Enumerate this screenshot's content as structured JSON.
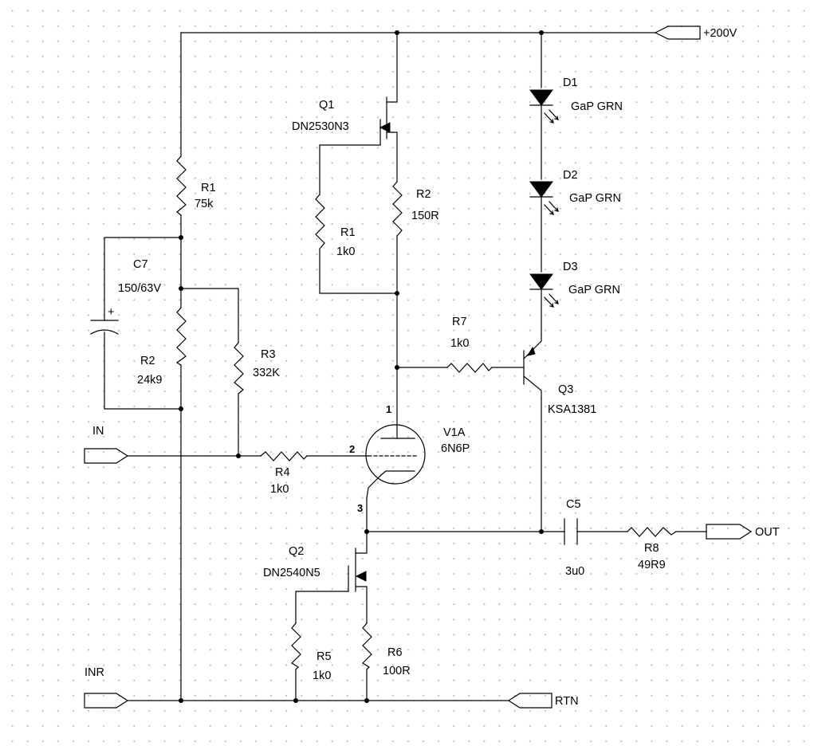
{
  "ports": {
    "supply": "+200V",
    "input": "IN",
    "input_return": "INR",
    "output": "OUT",
    "return": "RTN"
  },
  "left_network": {
    "r1": {
      "ref": "R1",
      "value": "75k"
    },
    "c7": {
      "ref": "C7",
      "value": "150/63V",
      "polarity": "+"
    },
    "r2": {
      "ref": "R2",
      "value": "24k9"
    },
    "r3": {
      "ref": "R3",
      "value": "332K"
    },
    "r4": {
      "ref": "R4",
      "value": "1k0"
    }
  },
  "ccs_top": {
    "q1": {
      "ref": "Q1",
      "value": "DN2530N3"
    },
    "r1": {
      "ref": "R1",
      "value": "1k0"
    },
    "r2": {
      "ref": "R2",
      "value": "150R"
    }
  },
  "tube": {
    "ref": "V1A",
    "value": "6N6P",
    "pin_plate": "1",
    "pin_grid": "2",
    "pin_cathode": "3"
  },
  "ccs_bottom": {
    "q2": {
      "ref": "Q2",
      "value": "DN2540N5"
    },
    "r5": {
      "ref": "R5",
      "value": "1k0"
    },
    "r6": {
      "ref": "R6",
      "value": "100R"
    }
  },
  "led_string": {
    "d1": {
      "ref": "D1",
      "value": "GaP GRN"
    },
    "d2": {
      "ref": "D2",
      "value": "GaP GRN"
    },
    "d3": {
      "ref": "D3",
      "value": "GaP GRN"
    }
  },
  "follower": {
    "r7": {
      "ref": "R7",
      "value": "1k0"
    },
    "q3": {
      "ref": "Q3",
      "value": "KSA1381"
    }
  },
  "output_stage": {
    "c5": {
      "ref": "C5",
      "value": "3u0"
    },
    "r8": {
      "ref": "R8",
      "value": "49R9"
    }
  },
  "colors": {
    "ink": "#000000",
    "background": "#ffffff",
    "grid_dot": "#b9b9b9"
  }
}
